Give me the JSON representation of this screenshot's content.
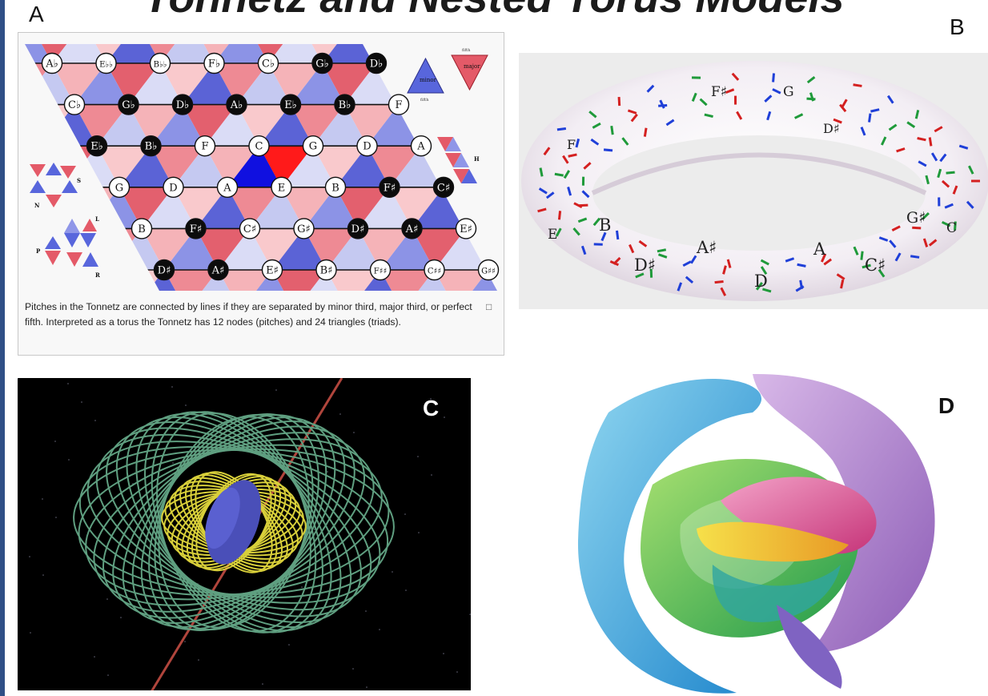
{
  "slide": {
    "title": "Tonnetz and Nested Torus Models"
  },
  "panels": {
    "a": {
      "letter": "A"
    },
    "b": {
      "letter": "B"
    },
    "c": {
      "letter": "C"
    },
    "d": {
      "letter": "D"
    }
  },
  "tonnetz": {
    "rows": [
      [
        "A♭",
        "E♭♭",
        "B♭♭",
        "F♭",
        "C♭",
        "G♭",
        "D♭"
      ],
      [
        "C♭",
        "G♭",
        "D♭",
        "A♭",
        "E♭",
        "B♭",
        "F"
      ],
      [
        "E♭",
        "B♭",
        "F",
        "C",
        "G",
        "D",
        "A"
      ],
      [
        "G",
        "D",
        "A",
        "E",
        "B",
        "F♯",
        "C♯"
      ],
      [
        "B",
        "F♯",
        "C♯",
        "G♯",
        "D♯",
        "A♯",
        "E♯"
      ],
      [
        "D♯",
        "A♯",
        "E♯",
        "B♯",
        "F♯♯",
        "C♯♯",
        "G♯♯"
      ]
    ],
    "legend": {
      "minor": "minor",
      "major": "major",
      "fifth_top": "fifth",
      "fifth_bottom": "fifth"
    },
    "side_labels": {
      "s": "S",
      "n": "N",
      "l": "L",
      "p": "P",
      "r": "R",
      "h": "H"
    },
    "caption": "Pitches in the Tonnetz are connected by lines if they are separated by minor third, major third, or perfect fifth. Interpreted as a torus the Tonnetz has 12 nodes (pitches) and 24 triangles (triads)."
  },
  "torus_b": {
    "labels": [
      "B",
      "A♯",
      "A",
      "C♯",
      "D♯",
      "D",
      "G♯",
      "E",
      "C",
      "G",
      "F♯",
      "D♯",
      "F"
    ]
  }
}
